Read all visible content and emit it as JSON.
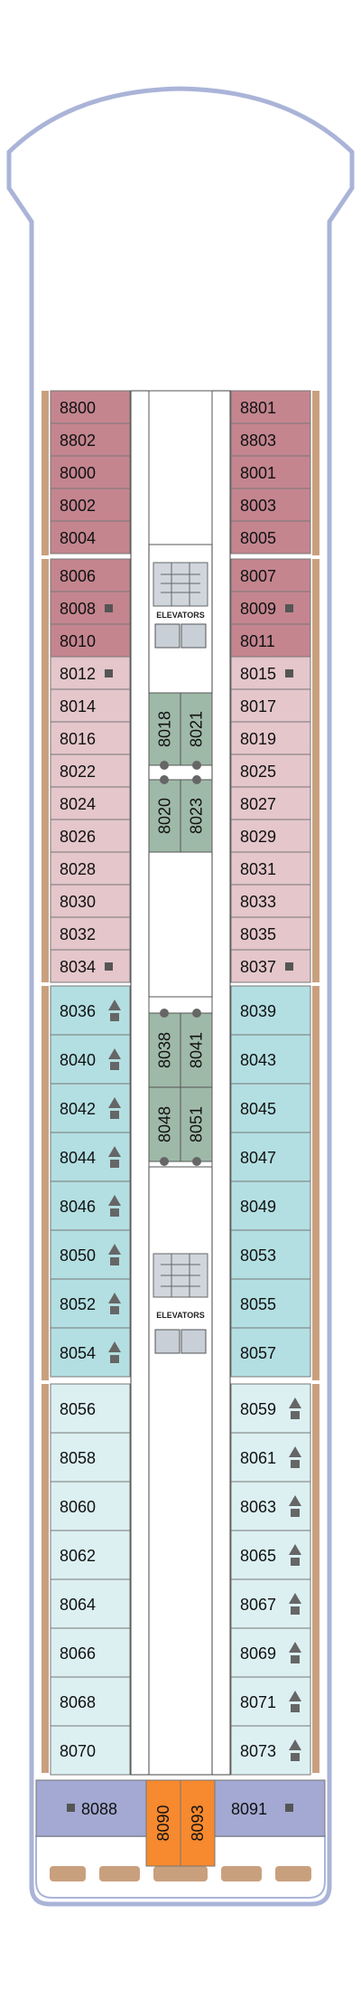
{
  "elevator_label": "ELEVATORS",
  "colors": {
    "outline": "#aab4d8",
    "deck_wood": "#c9a07e",
    "red_dark": "#c4858f",
    "red_light": "#e4c6cb",
    "teal": "#b3dfe2",
    "pale_teal": "#dcf0f2",
    "interior_green": "#9fb9a8",
    "suite_blue": "#a3a9d2",
    "orange": "#f7892e"
  },
  "port_cabins": [
    {
      "no": "8800",
      "style": "red_dark"
    },
    {
      "no": "8802",
      "style": "red_dark"
    },
    {
      "no": "8000",
      "style": "red_dark"
    },
    {
      "no": "8002",
      "style": "red_dark"
    },
    {
      "no": "8004",
      "style": "red_dark"
    },
    {
      "no": "8006",
      "style": "red_dark"
    },
    {
      "no": "8008",
      "style": "red_dark",
      "mark": "square"
    },
    {
      "no": "8010",
      "style": "red_dark"
    },
    {
      "no": "8012",
      "style": "red_light",
      "mark": "square"
    },
    {
      "no": "8014",
      "style": "red_light"
    },
    {
      "no": "8016",
      "style": "red_light"
    },
    {
      "no": "8022",
      "style": "red_light"
    },
    {
      "no": "8024",
      "style": "red_light"
    },
    {
      "no": "8026",
      "style": "red_light"
    },
    {
      "no": "8028",
      "style": "red_light"
    },
    {
      "no": "8030",
      "style": "red_light"
    },
    {
      "no": "8032",
      "style": "red_light"
    },
    {
      "no": "8034",
      "style": "red_light",
      "mark": "square"
    },
    {
      "no": "8036",
      "style": "teal",
      "mark": "bed"
    },
    {
      "no": "8040",
      "style": "teal",
      "mark": "bed"
    },
    {
      "no": "8042",
      "style": "teal",
      "mark": "bed"
    },
    {
      "no": "8044",
      "style": "teal",
      "mark": "bed"
    },
    {
      "no": "8046",
      "style": "teal",
      "mark": "bed"
    },
    {
      "no": "8050",
      "style": "teal",
      "mark": "bed"
    },
    {
      "no": "8052",
      "style": "teal",
      "mark": "bed"
    },
    {
      "no": "8054",
      "style": "teal",
      "mark": "bed"
    },
    {
      "no": "8056",
      "style": "pale_teal"
    },
    {
      "no": "8058",
      "style": "pale_teal"
    },
    {
      "no": "8060",
      "style": "pale_teal"
    },
    {
      "no": "8062",
      "style": "pale_teal"
    },
    {
      "no": "8064",
      "style": "pale_teal"
    },
    {
      "no": "8066",
      "style": "pale_teal"
    },
    {
      "no": "8068",
      "style": "pale_teal"
    },
    {
      "no": "8070",
      "style": "pale_teal"
    }
  ],
  "starboard_cabins": [
    {
      "no": "8801",
      "style": "red_dark"
    },
    {
      "no": "8803",
      "style": "red_dark"
    },
    {
      "no": "8001",
      "style": "red_dark"
    },
    {
      "no": "8003",
      "style": "red_dark"
    },
    {
      "no": "8005",
      "style": "red_dark"
    },
    {
      "no": "8007",
      "style": "red_dark"
    },
    {
      "no": "8009",
      "style": "red_dark",
      "mark": "square"
    },
    {
      "no": "8011",
      "style": "red_dark"
    },
    {
      "no": "8015",
      "style": "red_light",
      "mark": "square"
    },
    {
      "no": "8017",
      "style": "red_light"
    },
    {
      "no": "8019",
      "style": "red_light"
    },
    {
      "no": "8025",
      "style": "red_light"
    },
    {
      "no": "8027",
      "style": "red_light"
    },
    {
      "no": "8029",
      "style": "red_light"
    },
    {
      "no": "8031",
      "style": "red_light"
    },
    {
      "no": "8033",
      "style": "red_light"
    },
    {
      "no": "8035",
      "style": "red_light"
    },
    {
      "no": "8037",
      "style": "red_light",
      "mark": "square"
    },
    {
      "no": "8039",
      "style": "teal"
    },
    {
      "no": "8043",
      "style": "teal"
    },
    {
      "no": "8045",
      "style": "teal"
    },
    {
      "no": "8047",
      "style": "teal"
    },
    {
      "no": "8049",
      "style": "teal"
    },
    {
      "no": "8053",
      "style": "teal"
    },
    {
      "no": "8055",
      "style": "teal"
    },
    {
      "no": "8057",
      "style": "teal"
    },
    {
      "no": "8059",
      "style": "pale_teal",
      "mark": "bed"
    },
    {
      "no": "8061",
      "style": "pale_teal",
      "mark": "bed"
    },
    {
      "no": "8063",
      "style": "pale_teal",
      "mark": "bed"
    },
    {
      "no": "8065",
      "style": "pale_teal",
      "mark": "bed"
    },
    {
      "no": "8067",
      "style": "pale_teal",
      "mark": "bed"
    },
    {
      "no": "8069",
      "style": "pale_teal",
      "mark": "bed"
    },
    {
      "no": "8071",
      "style": "pale_teal",
      "mark": "bed"
    },
    {
      "no": "8073",
      "style": "pale_teal",
      "mark": "bed"
    }
  ],
  "interior_cabins": [
    "8018",
    "8021",
    "8020",
    "8023",
    "8038",
    "8041",
    "8048",
    "8051"
  ],
  "aft_cabins": [
    {
      "no": "8088",
      "style": "suite_blue",
      "mark": "square"
    },
    {
      "no": "8090",
      "style": "orange"
    },
    {
      "no": "8093",
      "style": "orange"
    },
    {
      "no": "8091",
      "style": "suite_blue",
      "mark": "square"
    }
  ]
}
